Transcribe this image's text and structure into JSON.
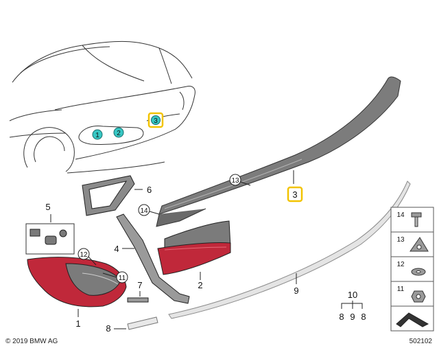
{
  "copyright": "© 2019 BMW AG",
  "diagram_number": "502102",
  "colors": {
    "teal_marker": "#37c7c4",
    "highlight_box": "#f2c300",
    "lamp_red": "#c0283a",
    "lamp_dark": "#7b7b7b",
    "strip_gray": "#7c7c7c"
  },
  "vehicle_markers": [
    {
      "label": "1"
    },
    {
      "label": "2"
    },
    {
      "label": "3"
    }
  ],
  "callouts": {
    "p1": "1",
    "p2": "2",
    "p3": "3",
    "p4": "4",
    "p5": "5",
    "p6": "6",
    "p7": "7",
    "p8": "8",
    "p9": "9",
    "p10": "10",
    "p10_sub": [
      "8",
      "9",
      "8"
    ],
    "p11": "11",
    "p12": "12",
    "p13": "13",
    "p14": "14"
  },
  "legend": [
    {
      "label": "14",
      "icon": "screw-icon"
    },
    {
      "label": "13",
      "icon": "clip-nut-icon"
    },
    {
      "label": "12",
      "icon": "washer-icon"
    },
    {
      "label": "11",
      "icon": "hex-nut-icon"
    },
    {
      "label": "",
      "icon": "seal-strip-icon"
    }
  ]
}
